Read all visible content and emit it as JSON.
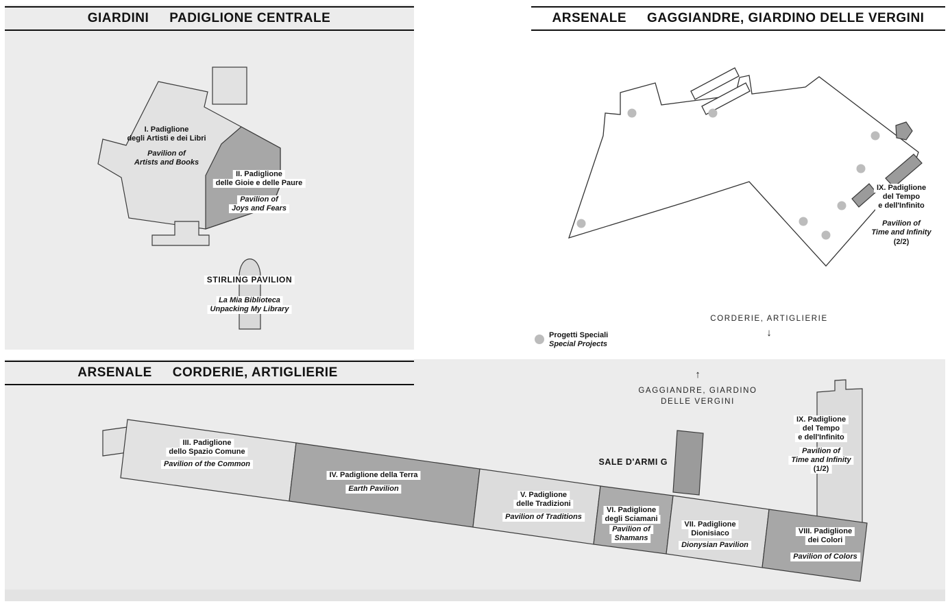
{
  "panels": {
    "giardini": {
      "venue": "GIARDINI",
      "area": "PADIGLIONE CENTRALE",
      "pavilion1": {
        "line1": "I. Padiglione",
        "line2": "degli Artisti e dei Libri",
        "en1": "Pavilion of",
        "en2": "Artists and Books"
      },
      "pavilion2": {
        "line1": "II. Padiglione",
        "line2": "delle Gioie e delle Paure",
        "en1": "Pavilion of",
        "en2": "Joys and Fears"
      },
      "stirling": {
        "title": "STIRLING PAVILION",
        "it": "La Mia Biblioteca",
        "en": "Unpacking My Library"
      }
    },
    "gaggiandre": {
      "venue": "ARSENALE",
      "area": "GAGGIANDRE, GIARDINO DELLE VERGINI",
      "pavilion9": {
        "line1": "IX. Padiglione",
        "line2": "del Tempo",
        "line3": "e dell'Infinito",
        "en1": "Pavilion of",
        "en2": "Time and Infinity",
        "part": "(2/2)"
      },
      "direction": {
        "label": "CORDERIE, ARTIGLIERIE",
        "arrow": "↓"
      },
      "legend": {
        "it": "Progetti Speciali",
        "en": "Special Projects"
      }
    },
    "corderie": {
      "venue": "ARSENALE",
      "area": "CORDERIE, ARTIGLIERIE",
      "direction": {
        "arrow": "↑",
        "line1": "GAGGIANDRE, GIARDINO",
        "line2": "DELLE VERGINI"
      },
      "sale_darmi": "SALE D'ARMI G",
      "pavilion3": {
        "line1": "III. Padiglione",
        "line2": "dello Spazio Comune",
        "en": "Pavilion of the Common"
      },
      "pavilion4": {
        "line1": "IV. Padiglione della Terra",
        "en": "Earth Pavilion"
      },
      "pavilion5": {
        "line1": "V. Padiglione",
        "line2": "delle Tradizioni",
        "en": "Pavilion of Traditions"
      },
      "pavilion6": {
        "line1": "VI. Padiglione",
        "line2": "degli Sciamani",
        "en1": "Pavilion of",
        "en2": "Shamans"
      },
      "pavilion7": {
        "line1": "VII. Padiglione",
        "line2": "Dionisiaco",
        "en": "Dionysian Pavilion"
      },
      "pavilion8": {
        "line1": "VIII. Padiglione",
        "line2": "dei Colori",
        "en": "Pavilion of Colors"
      },
      "pavilion9": {
        "line1": "IX. Padiglione",
        "line2": "del Tempo",
        "line3": "e dell'Infinito",
        "en1": "Pavilion of",
        "en2": "Time and Infinity",
        "part": "(1/2)"
      }
    }
  },
  "colors": {
    "panel_bg": "#ececec",
    "building_light": "#e2e2e2",
    "building_dark": "#a7a7a7",
    "special_project_dot": "#bcbcbc",
    "rule": "#101010"
  }
}
